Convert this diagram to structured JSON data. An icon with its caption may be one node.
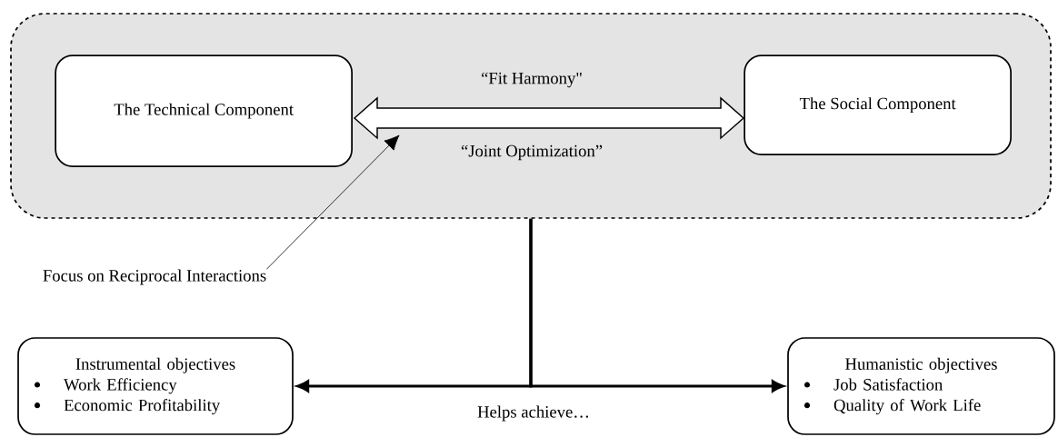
{
  "diagram": {
    "nodes": [
      {
        "text": [],
        "shape": "box"
      },
      {
        "text": [
          "The Technical Component"
        ],
        "in": 0
      },
      {
        "text": [
          "The Social Component"
        ],
        "in": 0
      },
      {
        "text": [
          "Focus on Reciprocal Interactions"
        ]
      },
      {
        "text": [
          "Instrumental objectives",
          "Work Efficiency",
          "Economic Profitability"
        ]
      },
      {
        "text": [
          "Humanistic objectives",
          "Job Satisfaction",
          "Quality of Work Life"
        ]
      }
    ],
    "edges": [
      {
        "from": 1,
        "to": 2,
        "arrow": "both",
        "label": "“Fit Harmony\"",
        "style": "thick"
      },
      {
        "from": 3,
        "to": null,
        "arrow": "to"
      },
      {
        "from": 0,
        "to": 4,
        "arrow": "to",
        "label": "Helps achieve…"
      },
      {
        "from": 0,
        "to": 5,
        "arrow": "to"
      }
    ],
    "labels": [
      "“Joint Optimization”"
    ]
  }
}
